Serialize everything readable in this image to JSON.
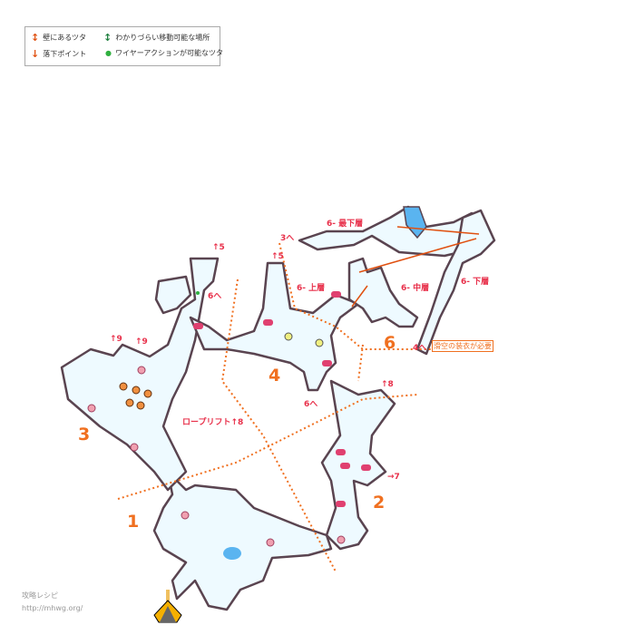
{
  "legend": {
    "items": [
      {
        "icon": "double-arrow-orange",
        "label": "壁にあるツタ"
      },
      {
        "icon": "down-arrow-orange",
        "label": "落下ポイント"
      },
      {
        "icon": "double-arrow-green",
        "label": "わかりづらい移動可能な場所"
      },
      {
        "icon": "green-dot",
        "label": "ワイヤーアクションが可能なツタ"
      }
    ]
  },
  "map": {
    "areas": [
      "1",
      "2",
      "3",
      "4",
      "6"
    ],
    "labels": {
      "up5_a": "↑5",
      "up5_b": "↑5",
      "up9_a": "↑9",
      "up9_b": "↑9",
      "up8": "↑8",
      "to7": "→7",
      "to6_a": "6へ",
      "to6_b": "6へ",
      "to3": "3へ",
      "to4": "4へ",
      "rope_lift": "ロープリフト↑8",
      "layer_bottom": "6- 最下層",
      "layer_upper": "6- 上層",
      "layer_middle": "6- 中層",
      "layer_lower": "6- 下層",
      "glide_note": "滑空の装衣が必要"
    }
  },
  "credit": {
    "site": "攻略レシピ",
    "url": "http://mhwg.org/"
  },
  "colors": {
    "floor": "#eefaff",
    "wall": "#5a4450",
    "route": "#f07020",
    "label": "#e8304a",
    "water": "#5ab4f0"
  }
}
